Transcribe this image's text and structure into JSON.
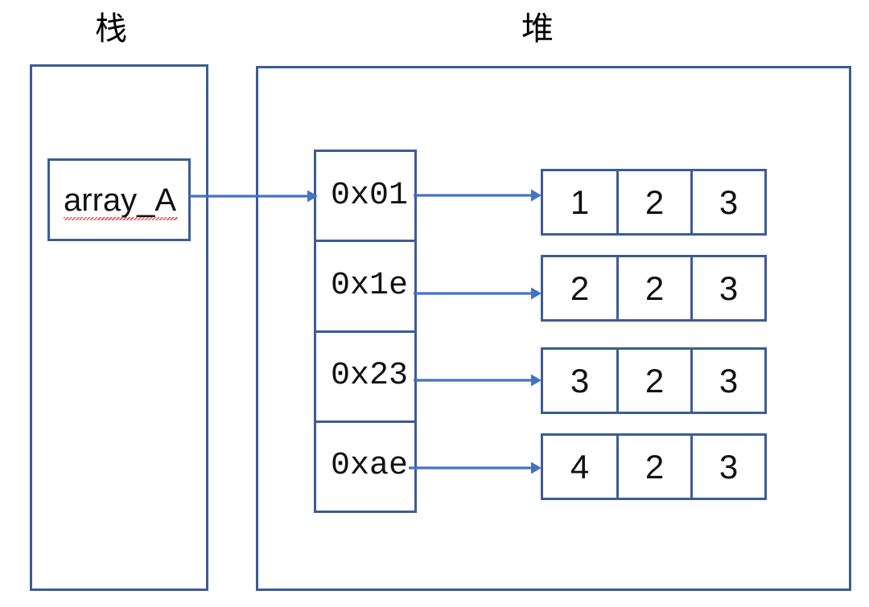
{
  "diagram": {
    "title_stack": "栈",
    "title_heap": "堆",
    "colors": {
      "box_border": "#3D5C93",
      "arrow": "#4472C4",
      "text": "#111111",
      "spellcheck_underline": "#E8453C",
      "background": "#FFFFFF"
    }
  },
  "stack": {
    "label": "栈",
    "variable": {
      "name": "array_A",
      "has_spellcheck_underline": true
    }
  },
  "heap": {
    "label": "堆",
    "pointer_column": {
      "cells": [
        {
          "address": "0x01"
        },
        {
          "address": "0x1e"
        },
        {
          "address": "0x23"
        },
        {
          "address": "0xae"
        }
      ]
    },
    "value_rows": [
      {
        "values": [
          "1",
          "2",
          "3"
        ]
      },
      {
        "values": [
          "2",
          "2",
          "3"
        ]
      },
      {
        "values": [
          "3",
          "2",
          "3"
        ]
      },
      {
        "values": [
          "4",
          "2",
          "3"
        ]
      }
    ]
  },
  "arrows": [
    {
      "id": "stack-to-pointer-column",
      "from": "array_A",
      "to": "0x01"
    },
    {
      "id": "pointer-0x01-to-row-1",
      "from": "0x01",
      "to": "row-1"
    },
    {
      "id": "pointer-0x1e-to-row-2",
      "from": "0x1e",
      "to": "row-2"
    },
    {
      "id": "pointer-0x23-to-row-3",
      "from": "0x23",
      "to": "row-3"
    },
    {
      "id": "pointer-0xae-to-row-4",
      "from": "0xae",
      "to": "row-4"
    }
  ]
}
